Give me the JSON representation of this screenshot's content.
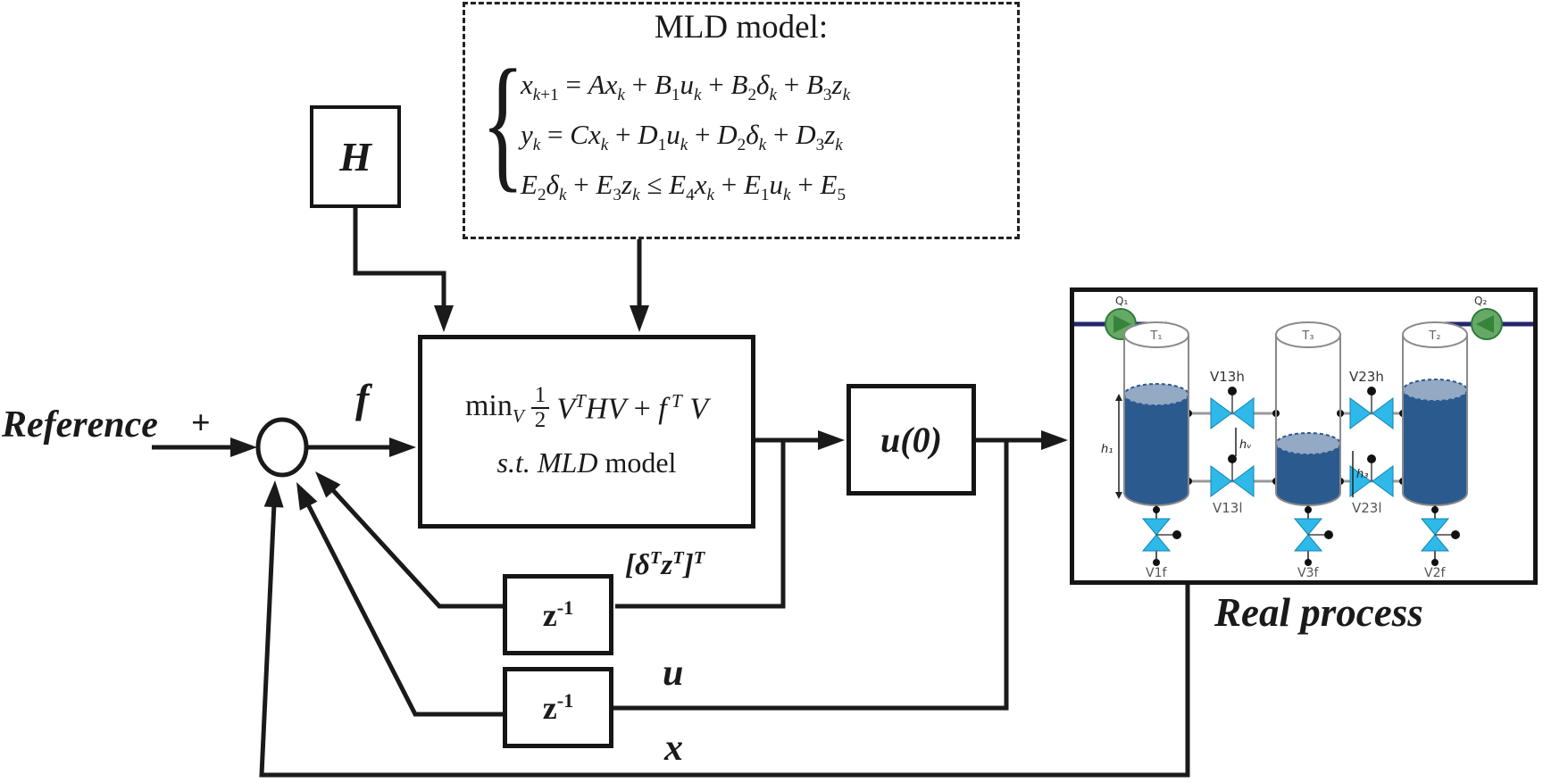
{
  "labels": {
    "reference": "Reference",
    "plus": "+",
    "f": "f",
    "h_block": "H",
    "u0_html": "u(0)",
    "z_inv_html": "z<sup>-1</sup>",
    "deltaz_html": "[δ<sup>T</sup>z<sup>T</sup>]<sup>T</sup>",
    "u": "u",
    "x": "x"
  },
  "mld_box": {
    "title": "MLD model:",
    "brace": "{",
    "equations_html": [
      "<i>x</i><sub><i>k</i>+1</sub> = <i>Ax</i><sub><i>k</i></sub> + <i>B</i><sub>1</sub><i>u</i><sub><i>k</i></sub> + <i>B</i><sub>2</sub><i>δ</i><sub><i>k</i></sub> + <i>B</i><sub>3</sub><i>z</i><sub><i>k</i></sub>",
      "<i>y</i><sub><i>k</i></sub> = <i>Cx</i><sub><i>k</i></sub> + <i>D</i><sub>1</sub><i>u</i><sub><i>k</i></sub> + <i>D</i><sub>2</sub><i>δ</i><sub><i>k</i></sub> + <i>D</i><sub>3</sub><i>z</i><sub><i>k</i></sub>",
      "<i>E</i><sub>2</sub><i>δ</i><sub><i>k</i></sub> + <i>E</i><sub>3</sub><i>z</i><sub><i>k</i></sub> ≤ <i>E</i><sub>4</sub><i>x</i><sub><i>k</i></sub> + <i>E</i><sub>1</sub><i>u</i><sub><i>k</i></sub> + <i>E</i><sub>5</sub>"
    ]
  },
  "optimizer": {
    "min_html": "min<sub><i>V</i></sub>",
    "frac_num": "1",
    "frac_den": "2",
    "objective_html": "<i>V</i><sup><i>T</i></sup><i>HV</i> + <i>f</i><sup> <i>T</i></sup> <i>V</i>",
    "constraint_html": "<i>s.t.</i> <i>MLD</i> model"
  },
  "process": {
    "caption": "Real process",
    "pump1_label": "Q₁",
    "pump2_label": "Q₂",
    "tank1_label": "T₁",
    "tank2_label": "T₃",
    "tank3_label": "T₂",
    "valve_labels": {
      "v13h": "V13h",
      "v13l": "V13l",
      "v23h": "V23h",
      "v23l": "V23l",
      "v1f": "V1f",
      "v3f": "V3f",
      "v2f": "V2f"
    },
    "level_labels": {
      "h1": "h₁",
      "hv": "hᵥ",
      "h3": "h₃"
    }
  },
  "colors": {
    "line": "#1a1a1a",
    "valve_fill": "#2fb9e9",
    "valve_stroke": "#0e85b5",
    "pump_fill": "#66a966",
    "pump_stroke": "#2f7a2f",
    "pipe": "#26266e",
    "liquid_dark": "#2b5a8f",
    "liquid_light": "#93a9c4"
  }
}
